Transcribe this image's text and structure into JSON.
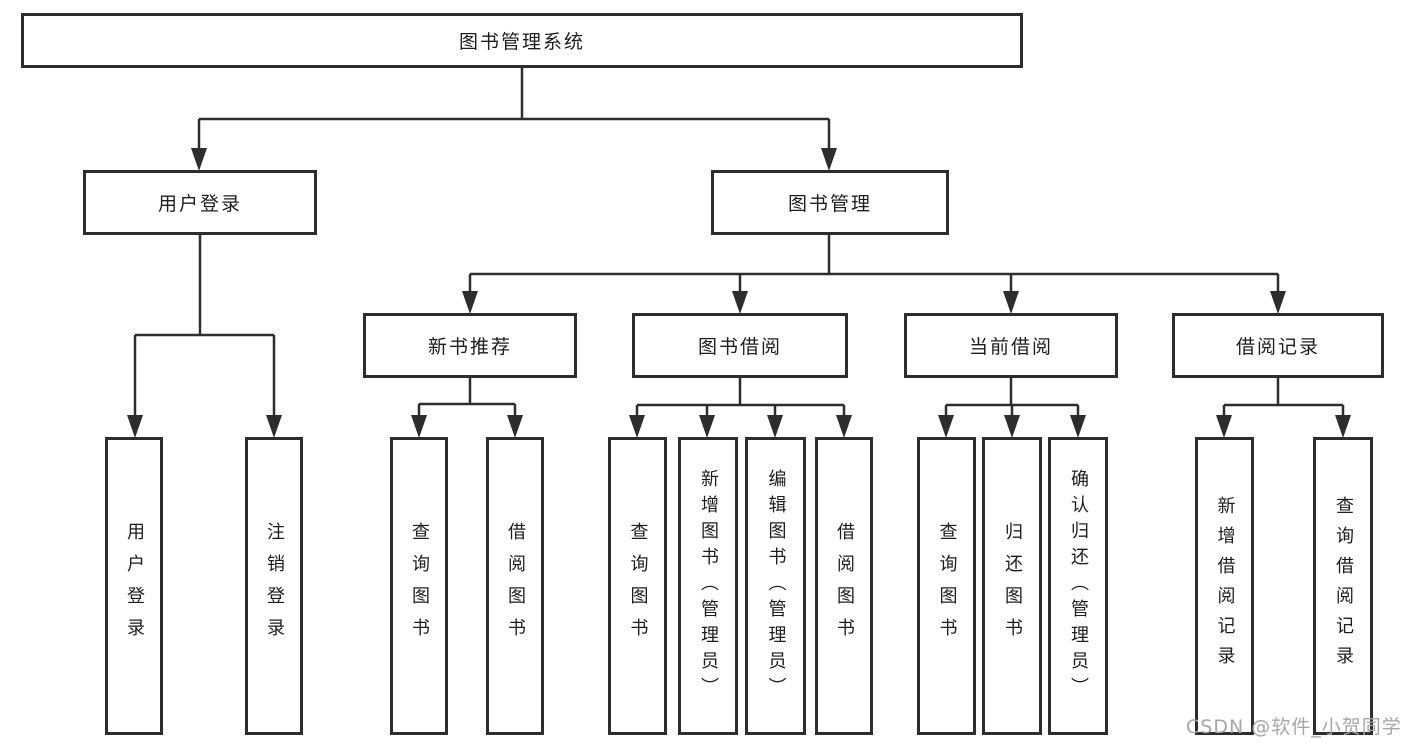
{
  "diagram": {
    "tree": {
      "label": "图书管理系统",
      "children": [
        {
          "label": "用户登录",
          "children": [
            {
              "label": "用户登录"
            },
            {
              "label": "注销登录"
            }
          ]
        },
        {
          "label": "图书管理",
          "children": [
            {
              "label": "新书推荐",
              "children": [
                {
                  "label": "查询图书"
                },
                {
                  "label": "借阅图书"
                }
              ]
            },
            {
              "label": "图书借阅",
              "children": [
                {
                  "label": "查询图书"
                },
                {
                  "label": "新增图书（管理员）"
                },
                {
                  "label": "编辑图书（管理员）"
                },
                {
                  "label": "借阅图书"
                }
              ]
            },
            {
              "label": "当前借阅",
              "children": [
                {
                  "label": "查询图书"
                },
                {
                  "label": "归还图书"
                },
                {
                  "label": "确认归还（管理员）"
                }
              ]
            },
            {
              "label": "借阅记录",
              "children": [
                {
                  "label": "新增借阅记录"
                },
                {
                  "label": "查询借阅记录"
                }
              ]
            }
          ]
        }
      ]
    }
  },
  "watermark": {
    "text": "CSDN @软件_小贺同学"
  },
  "colors": {
    "line": "#2d2d2d",
    "text": "#1d1d1d",
    "box_background": "#ffffff",
    "page_background": "#ffffff",
    "watermark": "#a6a6a6"
  }
}
